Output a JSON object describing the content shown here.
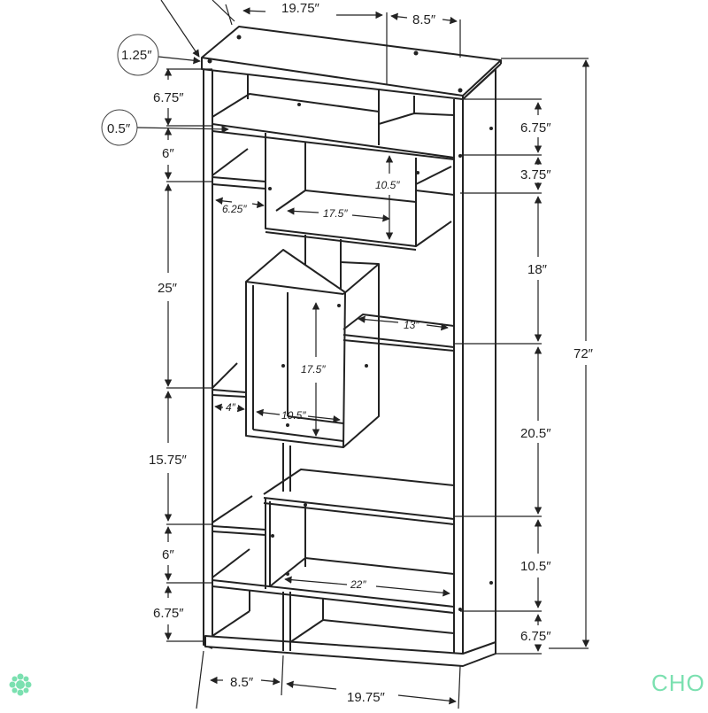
{
  "diagram": {
    "top_width": "19.75″",
    "top_depth": "8.5″",
    "bottom_depth": "8.5″",
    "bottom_width": "19.75″",
    "callouts": {
      "top_thickness": "1.25″",
      "shelf_thickness": "0.5″"
    },
    "left_heights": [
      "6.75″",
      "6″",
      "25″",
      "15.75″",
      "6″",
      "6.75″"
    ],
    "right_heights": [
      "6.75″",
      "3.75″",
      "18″",
      "20.5″",
      "10.5″",
      "6.75″"
    ],
    "total_height": "72″",
    "inner": {
      "upper_box_height": "10.5″",
      "upper_box_width": "17.5″",
      "small_shelf_depth": "6.25″",
      "shelf_13": "13″",
      "cube_height": "17.5″",
      "cube_width": "10.5″",
      "ledge_4": "4″",
      "lower_shelf_22": "22″"
    }
  },
  "brand": {
    "text": "CHO"
  },
  "colors": {
    "line": "#222222",
    "brand": "#7be0b0"
  }
}
